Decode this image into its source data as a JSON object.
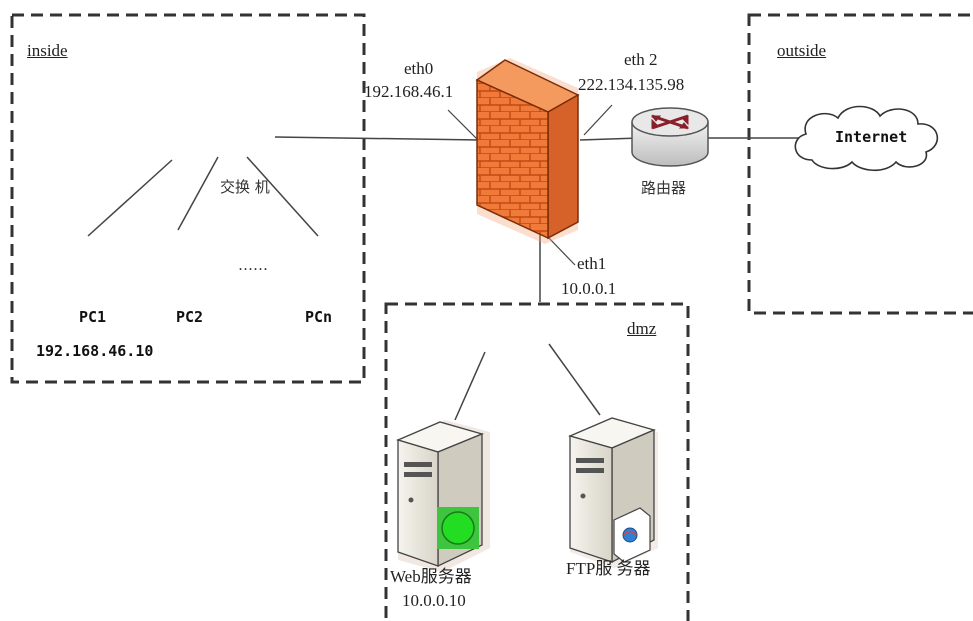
{
  "zones": {
    "inside": "inside",
    "outside": "outside",
    "dmz": "dmz"
  },
  "interfaces": {
    "eth0": {
      "name": "eth0",
      "ip": "192.168.46.1"
    },
    "eth1": {
      "name": "eth1",
      "ip": "10.0.0.1"
    },
    "eth2": {
      "name": "eth 2",
      "ip": "222.134.135.98"
    }
  },
  "devices": {
    "switch": "交换 机",
    "router": "路由器",
    "internet": "Internet",
    "ellipsis": "……",
    "pcs": [
      "PC1",
      "PC2",
      "PCn"
    ],
    "pc1_ip": "192.168.46.10",
    "web_server": {
      "name": "Web服务器",
      "ip": "10.0.0.10"
    },
    "ftp_server": {
      "name": "FTP服 务器"
    }
  },
  "colors": {
    "firewall_brick": "#f07a3a",
    "firewall_mortar": "#c24a12",
    "router_body": "#d9d9d9",
    "router_arrows": "#8a1f2b",
    "server_body": "#f0eee6",
    "status_green": "#22c622",
    "zone_border": "#333333"
  },
  "icons": [
    "firewall-icon",
    "router-icon",
    "cloud-icon",
    "web-server-icon",
    "ftp-server-icon",
    "switch-icon"
  ]
}
